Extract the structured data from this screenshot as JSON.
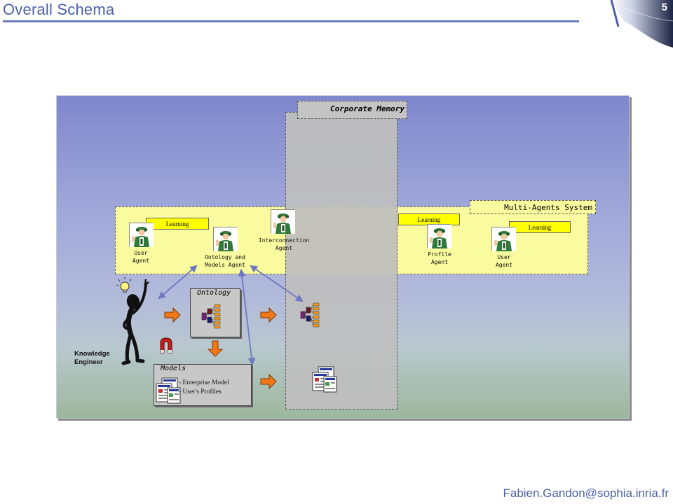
{
  "slide": {
    "title": "Overall Schema",
    "page_number": "5",
    "footer": "Fabien.Gandon@sophia.inria.fr"
  },
  "diagram": {
    "corporate_memory_label": "Corporate Memory",
    "mas_label": "Multi-Agents System",
    "learning_label": "Learning",
    "agents": {
      "user_left": [
        "User",
        "Agent"
      ],
      "ontology_models": [
        "Ontology and",
        "Models Agent"
      ],
      "interconnection": [
        "Interconnection",
        "Agent"
      ],
      "profile": [
        "Profile",
        "Agent"
      ],
      "user_right": [
        "User",
        "Agent"
      ]
    },
    "ontology_label": "Ontology",
    "models_label": "Models",
    "models_items": [
      "- Enterprise Model",
      "- User's Profiles"
    ],
    "knowledge_engineer": [
      "Knowledge",
      "Engineer"
    ]
  },
  "icons": {
    "agent": "agent-person-icon",
    "ontology": "ontology-tree-icon",
    "documents": "documents-icon",
    "arrow": "orange-arrow-icon",
    "magnet": "magnet-icon",
    "bulb": "light-bulb-icon"
  },
  "colors": {
    "title": "#4a5fa8",
    "mas_background": "#fafa9e",
    "learning_tag": "#ffff00",
    "corporate_memory": "#bebebe",
    "arrow": "#f07818",
    "connector": "#6f78c0"
  }
}
